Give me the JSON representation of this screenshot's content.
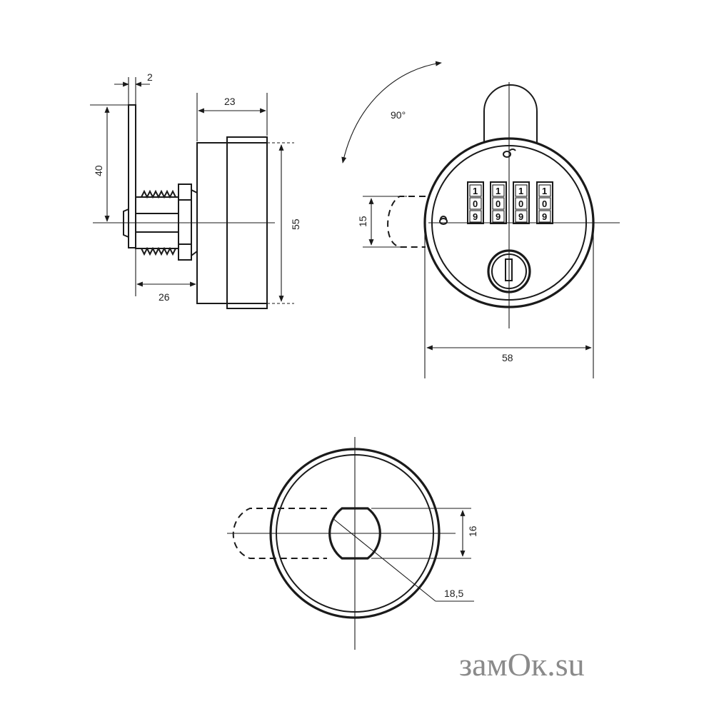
{
  "dimensions": {
    "lever_thickness": "2",
    "body_depth": "23",
    "lever_length": "40",
    "diameter_front": "55",
    "thread_length": "26",
    "cam_width": "15",
    "angle": "90°",
    "body_diameter": "58",
    "hole_width": "16",
    "hole_diameter": "18,5"
  },
  "dial": {
    "wheels": [
      {
        "top": "1",
        "mid": "0",
        "bot": "9"
      },
      {
        "top": "1",
        "mid": "0",
        "bot": "9"
      },
      {
        "top": "1",
        "mid": "0",
        "bot": "9"
      },
      {
        "top": "1",
        "mid": "0",
        "bot": "9"
      }
    ]
  },
  "watermark": "замОк.su"
}
